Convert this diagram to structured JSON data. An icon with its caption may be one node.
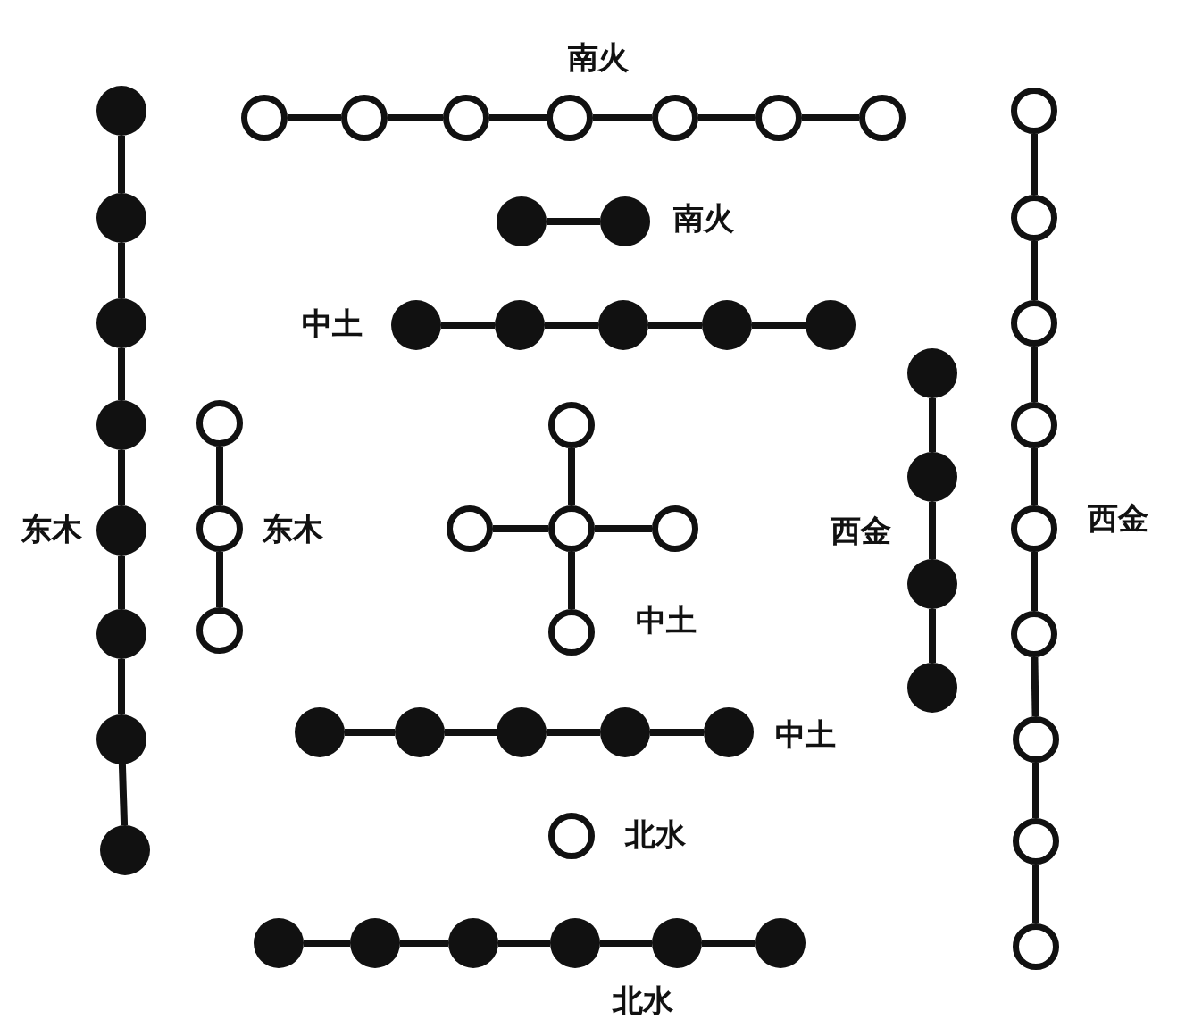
{
  "diagram": {
    "nodes": [
      {
        "text": [],
        "shape": "dot"
      },
      {
        "text": [],
        "shape": "dot"
      },
      {
        "text": [],
        "shape": "dot"
      },
      {
        "text": [],
        "shape": "dot"
      },
      {
        "text": [],
        "shape": "dot"
      },
      {
        "text": [],
        "shape": "dot"
      },
      {
        "text": [],
        "shape": "dot"
      },
      {
        "text": [],
        "shape": "dot"
      },
      {
        "text": [],
        "shape": "circle"
      },
      {
        "text": [],
        "shape": "circle"
      },
      {
        "text": [],
        "shape": "circle"
      },
      {
        "text": [],
        "shape": "circle"
      },
      {
        "text": [],
        "shape": "circle"
      },
      {
        "text": [],
        "shape": "circle"
      },
      {
        "text": [],
        "shape": "circle"
      },
      {
        "text": [],
        "shape": "dot"
      },
      {
        "text": [],
        "shape": "dot"
      },
      {
        "text": [],
        "shape": "dot"
      },
      {
        "text": [],
        "shape": "dot"
      },
      {
        "text": [],
        "shape": "dot"
      },
      {
        "text": [],
        "shape": "dot"
      },
      {
        "text": [],
        "shape": "dot"
      },
      {
        "text": [],
        "shape": "circle"
      },
      {
        "text": [],
        "shape": "circle"
      },
      {
        "text": [],
        "shape": "circle"
      },
      {
        "text": [],
        "shape": "circle"
      },
      {
        "text": [],
        "shape": "circle"
      },
      {
        "text": [],
        "shape": "circle"
      },
      {
        "text": [],
        "shape": "circle"
      },
      {
        "text": [],
        "shape": "circle"
      },
      {
        "text": [],
        "shape": "circle"
      },
      {
        "text": [],
        "shape": "circle"
      },
      {
        "text": [],
        "shape": "circle"
      },
      {
        "text": [],
        "shape": "circle"
      },
      {
        "text": [],
        "shape": "circle"
      },
      {
        "text": [],
        "shape": "circle"
      },
      {
        "text": [],
        "shape": "circle"
      },
      {
        "text": [],
        "shape": "circle"
      },
      {
        "text": [],
        "shape": "circle"
      },
      {
        "text": [],
        "shape": "dot"
      },
      {
        "text": [],
        "shape": "dot"
      },
      {
        "text": [],
        "shape": "dot"
      },
      {
        "text": [],
        "shape": "dot"
      },
      {
        "text": [],
        "shape": "dot"
      },
      {
        "text": [],
        "shape": "dot"
      },
      {
        "text": [],
        "shape": "dot"
      },
      {
        "text": [],
        "shape": "dot"
      },
      {
        "text": [],
        "shape": "dot"
      },
      {
        "text": [],
        "shape": "circle",
        "beside": [
          "北水"
        ]
      },
      {
        "text": [],
        "shape": "dot"
      },
      {
        "text": [],
        "shape": "dot"
      },
      {
        "text": [],
        "shape": "dot"
      },
      {
        "text": [],
        "shape": "dot"
      },
      {
        "text": [],
        "shape": "dot"
      },
      {
        "text": [],
        "shape": "dot"
      }
    ],
    "edges": [
      {
        "from": 0,
        "to": 1,
        "arrow": "none"
      },
      {
        "from": 1,
        "to": 2,
        "arrow": "none"
      },
      {
        "from": 2,
        "to": 3,
        "arrow": "none"
      },
      {
        "from": 3,
        "to": 4,
        "arrow": "none"
      },
      {
        "from": 4,
        "to": 5,
        "arrow": "none"
      },
      {
        "from": 5,
        "to": 6,
        "arrow": "none"
      },
      {
        "from": 6,
        "to": 7,
        "arrow": "none"
      },
      {
        "from": 8,
        "to": 9,
        "arrow": "none"
      },
      {
        "from": 9,
        "to": 10,
        "arrow": "none"
      },
      {
        "from": 10,
        "to": 11,
        "arrow": "none"
      },
      {
        "from": 11,
        "to": 12,
        "arrow": "none"
      },
      {
        "from": 12,
        "to": 13,
        "arrow": "none"
      },
      {
        "from": 13,
        "to": 14,
        "arrow": "none"
      },
      {
        "from": 15,
        "to": 16,
        "arrow": "none"
      },
      {
        "from": 17,
        "to": 18,
        "arrow": "none"
      },
      {
        "from": 18,
        "to": 19,
        "arrow": "none"
      },
      {
        "from": 19,
        "to": 20,
        "arrow": "none"
      },
      {
        "from": 20,
        "to": 21,
        "arrow": "none"
      },
      {
        "from": 22,
        "to": 23,
        "arrow": "none"
      },
      {
        "from": 23,
        "to": 24,
        "arrow": "none"
      },
      {
        "from": 24,
        "to": 25,
        "arrow": "none"
      },
      {
        "from": 25,
        "to": 26,
        "arrow": "none"
      },
      {
        "from": 26,
        "to": 27,
        "arrow": "none"
      },
      {
        "from": 27,
        "to": 28,
        "arrow": "none"
      },
      {
        "from": 28,
        "to": 29,
        "arrow": "none"
      },
      {
        "from": 29,
        "to": 30,
        "arrow": "none"
      },
      {
        "from": 31,
        "to": 32,
        "arrow": "none"
      },
      {
        "from": 32,
        "to": 33,
        "arrow": "none"
      },
      {
        "from": 34,
        "to": 36,
        "arrow": "none"
      },
      {
        "from": 35,
        "to": 36,
        "arrow": "none"
      },
      {
        "from": 36,
        "to": 37,
        "arrow": "none"
      },
      {
        "from": 36,
        "to": 38,
        "arrow": "none"
      },
      {
        "from": 39,
        "to": 40,
        "arrow": "none"
      },
      {
        "from": 40,
        "to": 41,
        "arrow": "none"
      },
      {
        "from": 41,
        "to": 42,
        "arrow": "none"
      },
      {
        "from": 43,
        "to": 44,
        "arrow": "none"
      },
      {
        "from": 44,
        "to": 45,
        "arrow": "none"
      },
      {
        "from": 45,
        "to": 46,
        "arrow": "none"
      },
      {
        "from": 46,
        "to": 47,
        "arrow": "none"
      },
      {
        "from": 49,
        "to": 50,
        "arrow": "none"
      },
      {
        "from": 50,
        "to": 51,
        "arrow": "none"
      },
      {
        "from": 51,
        "to": 52,
        "arrow": "none"
      },
      {
        "from": 52,
        "to": 53,
        "arrow": "none"
      },
      {
        "from": 53,
        "to": 54,
        "arrow": "none"
      }
    ],
    "labels": [
      "南火",
      "南火",
      "中土",
      "东木",
      "东木",
      "西金",
      "西金",
      "中土",
      "中土",
      "北水"
    ]
  }
}
